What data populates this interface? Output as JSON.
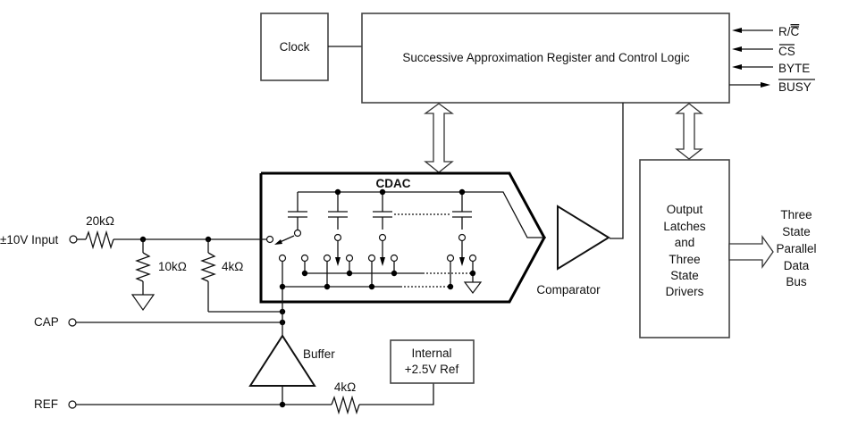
{
  "diagram": {
    "title": "ADC block diagram",
    "blocks": {
      "clock": "Clock",
      "sar": "Successive Approximation Register and Control Logic",
      "cdac": "CDAC",
      "comparator": "Comparator",
      "output_latches": [
        "Output",
        "Latches",
        "and",
        "Three",
        "State",
        "Drivers"
      ],
      "buffer": "Buffer",
      "internal_ref": [
        "Internal",
        "+2.5V Ref"
      ]
    },
    "control_signals": [
      {
        "name": "R/C",
        "overbar": "C",
        "direction": "in"
      },
      {
        "name": "CS",
        "overbar": "CS",
        "direction": "in"
      },
      {
        "name": "BYTE",
        "overbar": "",
        "direction": "in"
      },
      {
        "name": "BUSY",
        "overbar": "BUSY",
        "direction": "out"
      }
    ],
    "labels": {
      "rc_prefix": "R/",
      "rc_bar": "C",
      "cs": "CS",
      "byte": "BYTE",
      "busy": "BUSY"
    },
    "pins": {
      "input": "±10V Input",
      "cap": "CAP",
      "ref": "REF"
    },
    "resistors": {
      "r_in": "20kΩ",
      "r_gnd": "10kΩ",
      "r_cap": "4kΩ",
      "r_ref": "4kΩ"
    },
    "data_bus": [
      "Three",
      "State",
      "Parallel",
      "Data",
      "Bus"
    ]
  }
}
